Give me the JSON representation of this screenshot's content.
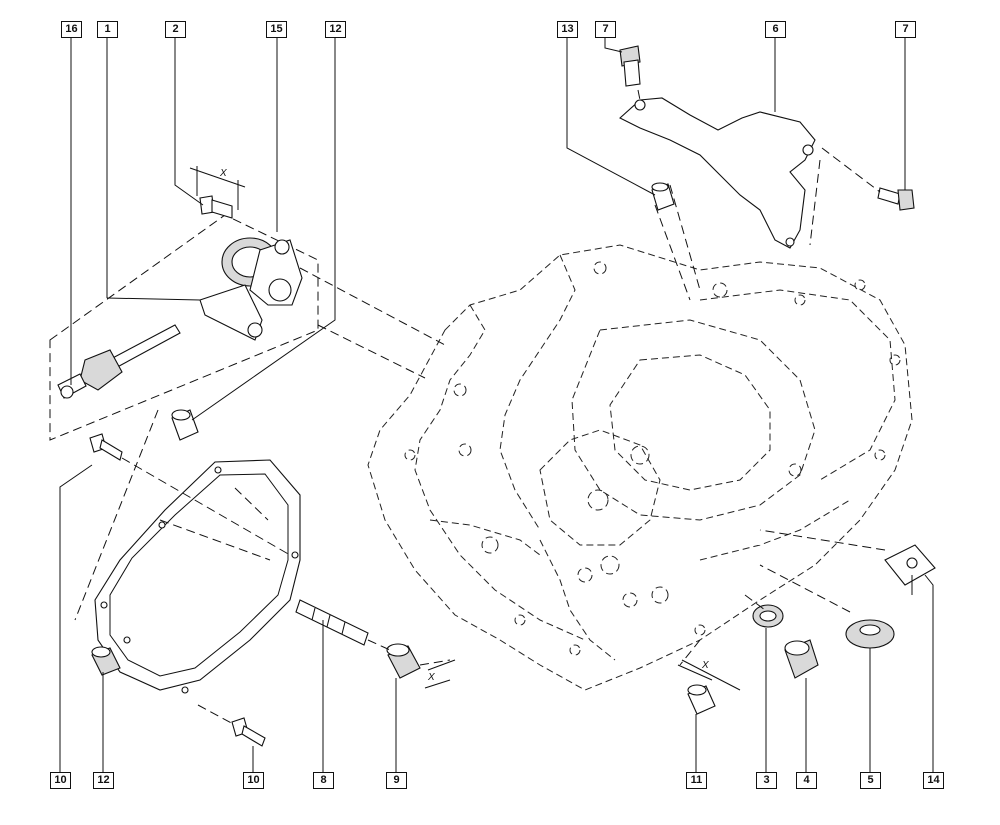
{
  "callouts": [
    {
      "id": "c16",
      "label": "16"
    },
    {
      "id": "c1",
      "label": "1"
    },
    {
      "id": "c2",
      "label": "2"
    },
    {
      "id": "c15",
      "label": "15"
    },
    {
      "id": "c12a",
      "label": "12"
    },
    {
      "id": "c13",
      "label": "13"
    },
    {
      "id": "c7a",
      "label": "7"
    },
    {
      "id": "c6",
      "label": "6"
    },
    {
      "id": "c7b",
      "label": "7"
    },
    {
      "id": "c10a",
      "label": "10"
    },
    {
      "id": "c12b",
      "label": "12"
    },
    {
      "id": "c10b",
      "label": "10"
    },
    {
      "id": "c8",
      "label": "8"
    },
    {
      "id": "c9",
      "label": "9"
    },
    {
      "id": "c11",
      "label": "11"
    },
    {
      "id": "c3",
      "label": "3"
    },
    {
      "id": "c4",
      "label": "4"
    },
    {
      "id": "c5",
      "label": "5"
    },
    {
      "id": "c14",
      "label": "14"
    }
  ],
  "dimensions": [
    {
      "id": "x1",
      "label": "X"
    },
    {
      "id": "x2",
      "label": "X"
    },
    {
      "id": "x3",
      "label": "X"
    }
  ]
}
